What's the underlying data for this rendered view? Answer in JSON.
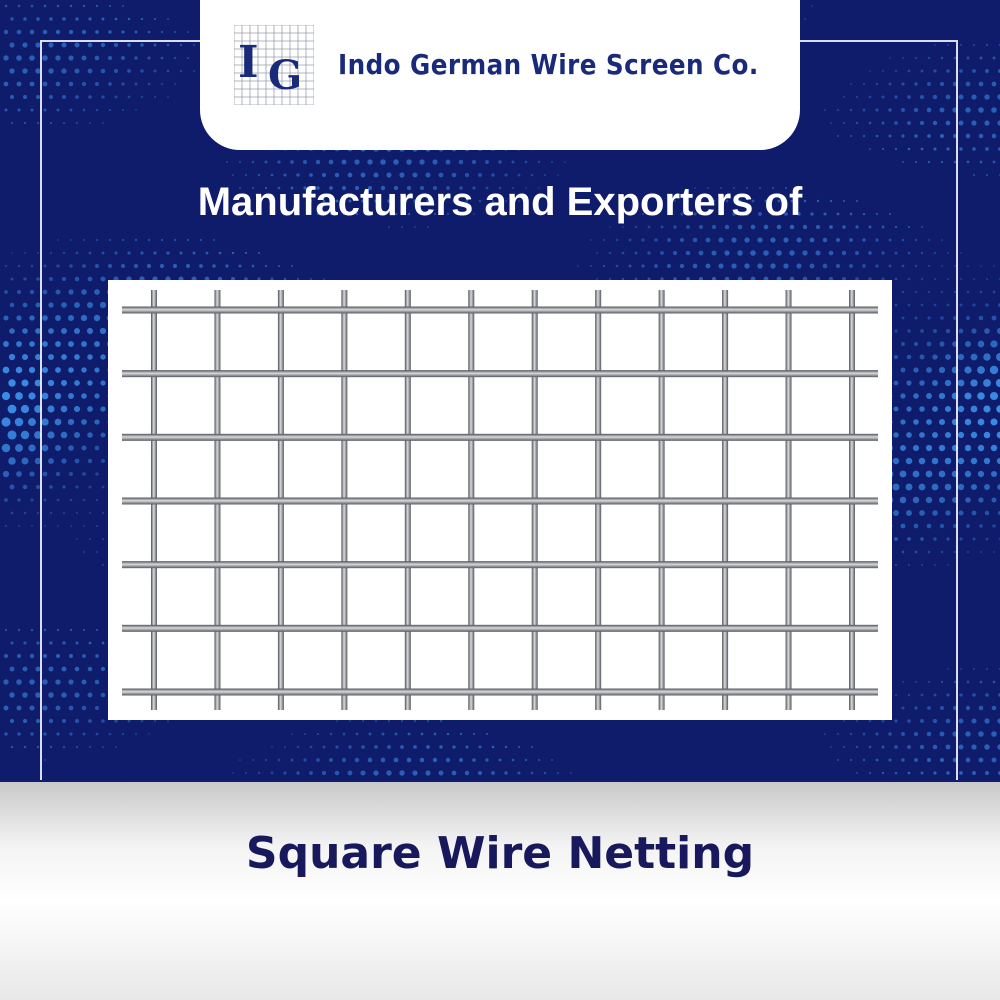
{
  "brand": {
    "logo_letters": "IG",
    "company_name": "Indo German Wire Screen Co."
  },
  "banner": {
    "tagline": "Manufacturers and Exporters of",
    "product_name": "Square Wire Netting"
  },
  "colors": {
    "background": "#0f1b6b",
    "dot_accent": "#3a8ee8",
    "brand_text": "#1a2a7a",
    "product_text": "#17195c",
    "wire": "#7a7d82"
  },
  "product_image": {
    "icon": "square-wire-mesh-image",
    "vertical_wires": 12,
    "horizontal_wires": 7
  }
}
